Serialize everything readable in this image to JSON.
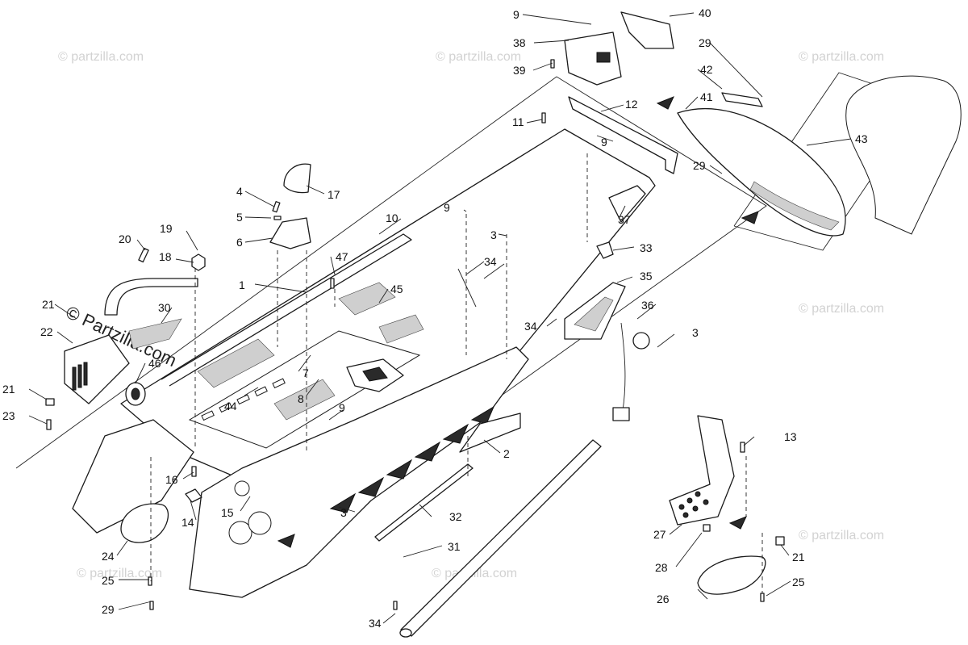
{
  "watermark": {
    "text": "© Partzilla.com",
    "text_lower": "© partzilla.com"
  },
  "callouts": {
    "c1": "1",
    "c2": "2",
    "c3": "3",
    "c4": "4",
    "c5": "5",
    "c6": "6",
    "c7": "7",
    "c8": "8",
    "c9": "9",
    "c10": "10",
    "c11": "11",
    "c12": "12",
    "c13": "13",
    "c14": "14",
    "c15": "15",
    "c16": "16",
    "c17": "17",
    "c18": "18",
    "c19": "19",
    "c20": "20",
    "c21": "21",
    "c22": "22",
    "c23": "23",
    "c24": "24",
    "c25": "25",
    "c26": "26",
    "c27": "27",
    "c28": "28",
    "c29": "29",
    "c30": "30",
    "c31": "31",
    "c32": "32",
    "c33": "33",
    "c34": "34",
    "c35": "35",
    "c36": "36",
    "c37": "37",
    "c38": "38",
    "c39": "39",
    "c40": "40",
    "c41": "41",
    "c42": "42",
    "c43": "43",
    "c44": "44",
    "c45": "45",
    "c46": "46",
    "c47": "47"
  }
}
